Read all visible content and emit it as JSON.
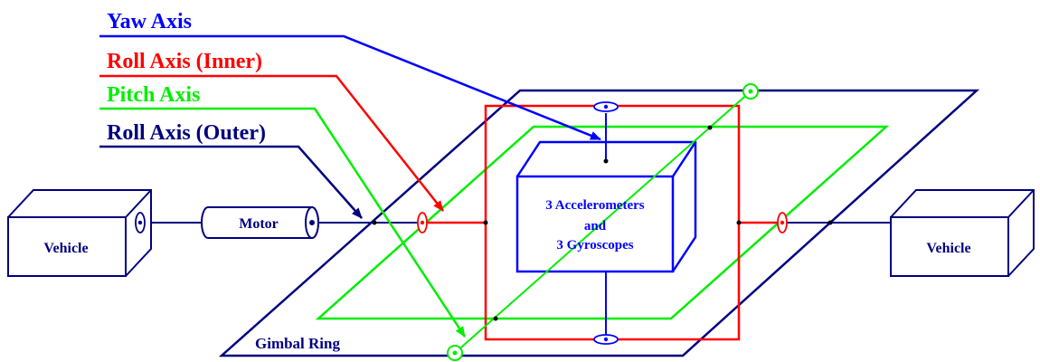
{
  "labels": {
    "yaw_axis": "Yaw Axis",
    "roll_axis_inner": "Roll Axis (Inner)",
    "pitch_axis": "Pitch Axis",
    "roll_axis_outer": "Roll Axis (Outer)",
    "gimbal_ring": "Gimbal Ring",
    "motor": "Motor",
    "vehicle_left": "Vehicle",
    "vehicle_right": "Vehicle",
    "sensor_line1": "3 Accelerometers",
    "sensor_line2": "and",
    "sensor_line3": "3 Gyroscopes"
  },
  "colors": {
    "yaw": "#0000ff",
    "roll_inner": "#ff0000",
    "pitch": "#00ee00",
    "roll_outer": "#000080",
    "black": "#000000"
  }
}
